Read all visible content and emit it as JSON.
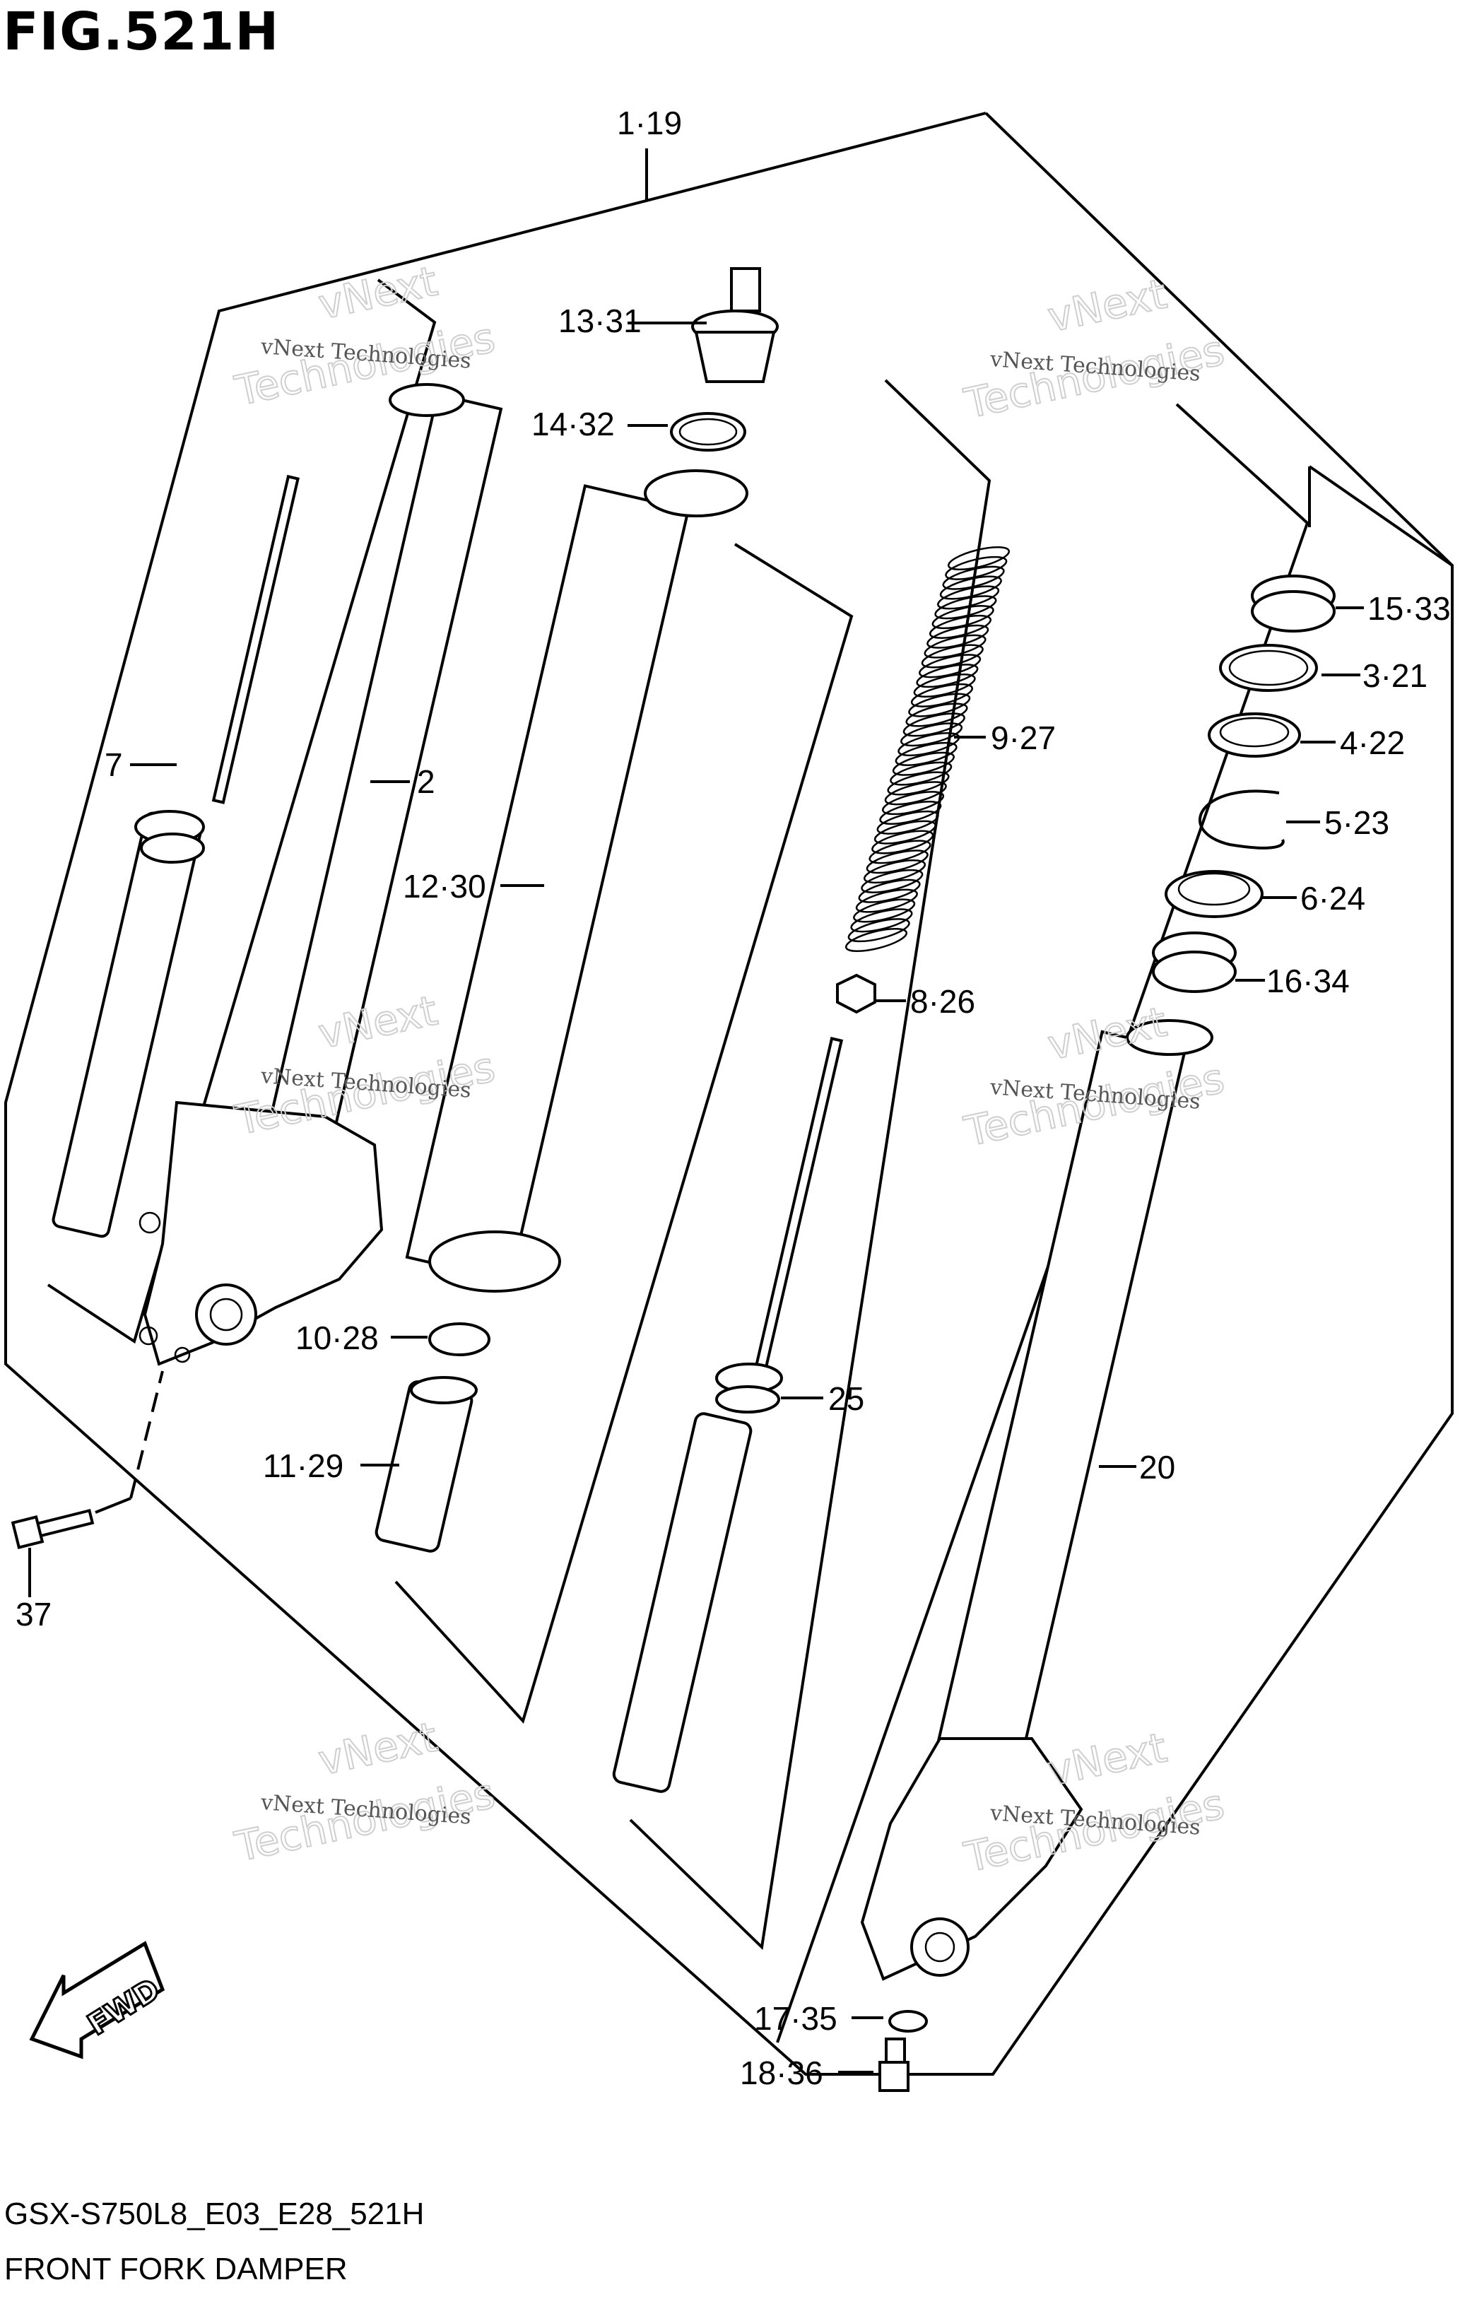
{
  "figure": {
    "title": "FIG.521H",
    "model_code": "GSX-S750L8_E03_E28_521H",
    "name": "FRONT FORK DAMPER"
  },
  "watermark": {
    "line1": "vNext Technologies",
    "line2": "vNext",
    "line3": "Technologies"
  },
  "fwd_label": "FWD",
  "callouts": [
    {
      "id": "c-1-19",
      "text": "1·19"
    },
    {
      "id": "c-13-31",
      "text": "13·31"
    },
    {
      "id": "c-14-32",
      "text": "14·32"
    },
    {
      "id": "c-7",
      "text": "7"
    },
    {
      "id": "c-2",
      "text": "2"
    },
    {
      "id": "c-12-30",
      "text": "12·30"
    },
    {
      "id": "c-9-27",
      "text": "9·27"
    },
    {
      "id": "c-15-33",
      "text": "15·33"
    },
    {
      "id": "c-3-21",
      "text": "3·21"
    },
    {
      "id": "c-4-22",
      "text": "4·22"
    },
    {
      "id": "c-5-23",
      "text": "5·23"
    },
    {
      "id": "c-6-24",
      "text": "6·24"
    },
    {
      "id": "c-16-34",
      "text": "16·34"
    },
    {
      "id": "c-8-26",
      "text": "8·26"
    },
    {
      "id": "c-10-28",
      "text": "10·28"
    },
    {
      "id": "c-11-29",
      "text": "11·29"
    },
    {
      "id": "c-25",
      "text": "25"
    },
    {
      "id": "c-20",
      "text": "20"
    },
    {
      "id": "c-37",
      "text": "37"
    },
    {
      "id": "c-17-35",
      "text": "17·35"
    },
    {
      "id": "c-18-36",
      "text": "18·36"
    }
  ]
}
